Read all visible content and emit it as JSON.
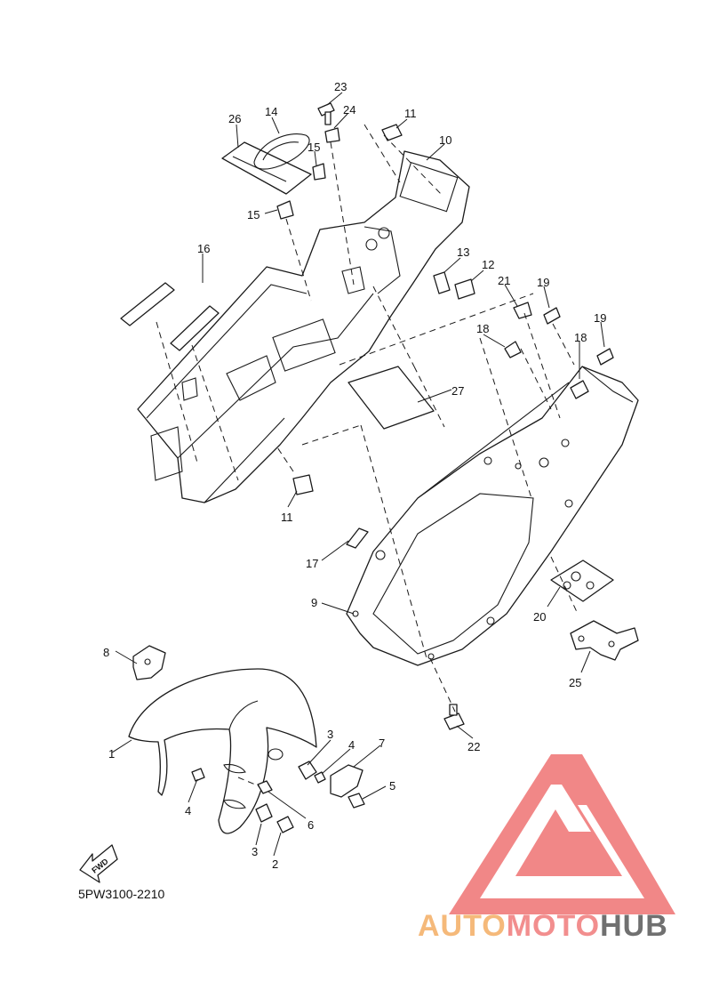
{
  "diagram": {
    "code": "5PW3100-2210",
    "fwd_label": "FWD",
    "callouts": [
      "1",
      "2",
      "3",
      "3",
      "4",
      "4",
      "5",
      "6",
      "7",
      "8",
      "9",
      "10",
      "11",
      "11",
      "12",
      "13",
      "14",
      "15",
      "15",
      "16",
      "17",
      "18",
      "18",
      "19",
      "19",
      "20",
      "21",
      "22",
      "23",
      "24",
      "25",
      "26",
      "27"
    ]
  },
  "watermark": {
    "word_a": "AUTO",
    "word_b": "MOTO",
    "word_c": "HUB",
    "colors": {
      "auto": "#f5b97a",
      "moto": "#f28e8e",
      "hub": "#707070",
      "triangle": "#f07a7a"
    }
  }
}
